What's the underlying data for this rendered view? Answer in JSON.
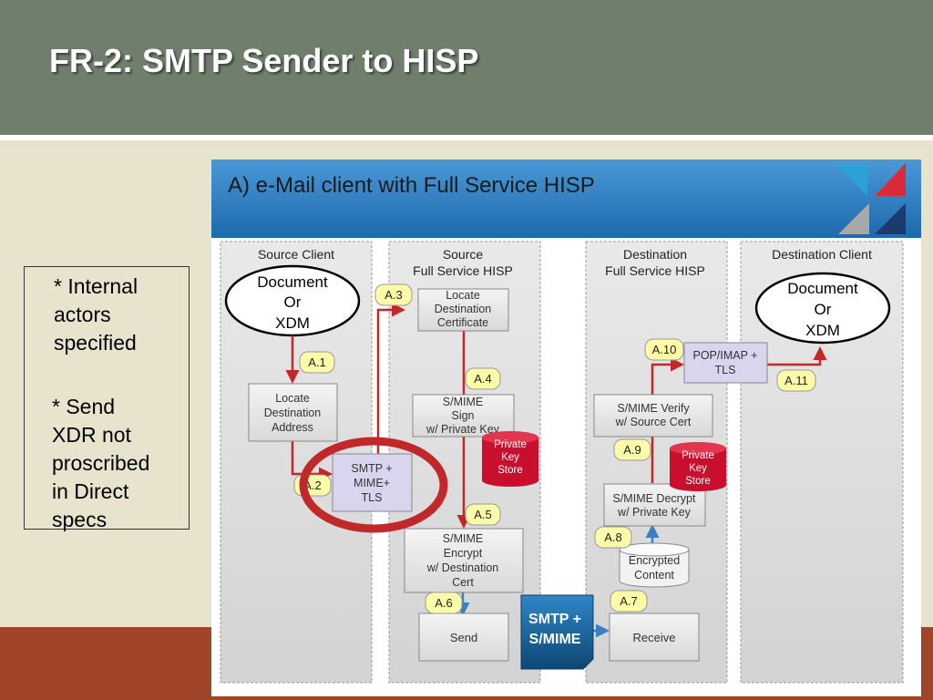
{
  "slide": {
    "title": "FR-2: SMTP Sender to HISP",
    "notes": [
      [
        "* Internal",
        "actors",
        "specified"
      ],
      [
        "* Send",
        "XDR not",
        "proscribed",
        "in Direct",
        "specs"
      ]
    ]
  },
  "diagram": {
    "heading": "A)  e-Mail client with Full Service HISP",
    "lanes": [
      [
        "Source Client"
      ],
      [
        "Source",
        "Full Service HISP"
      ],
      [
        "Destination",
        "Full Service HISP"
      ],
      [
        "Destination Client"
      ]
    ],
    "doc_source": [
      "Document",
      "Or",
      "XDM"
    ],
    "doc_dest": [
      "Document",
      "Or",
      "XDM"
    ],
    "boxes": {
      "locate_address": [
        "Locate",
        "Destination",
        "Address"
      ],
      "smtp_mime_tls": [
        "SMTP +",
        "MIME+",
        "TLS"
      ],
      "locate_cert": [
        "Locate",
        "Destination",
        "Certificate"
      ],
      "smime_sign": [
        "S/MIME",
        "Sign",
        "w/ Private Key"
      ],
      "smime_encrypt": [
        "S/MIME",
        "Encrypt",
        "w/ Destination",
        "Cert"
      ],
      "send": [
        "Send"
      ],
      "receive": [
        "Receive"
      ],
      "smime_decrypt": [
        "S/MIME Decrypt",
        "w/ Private Key"
      ],
      "smime_verify": [
        "S/MIME Verify",
        "w/ Source Cert"
      ],
      "pop_imap": [
        "POP/IMAP +",
        "TLS"
      ]
    },
    "stores": {
      "private_key_source": [
        "Private",
        "Key",
        "Store"
      ],
      "private_key_dest": [
        "Private",
        "Key",
        "Store"
      ],
      "encrypted_content": [
        "Encrypted",
        "Content"
      ]
    },
    "transport": [
      "SMTP +",
      "S/MIME"
    ],
    "steps": [
      "A.1",
      "A.2",
      "A.3",
      "A.4",
      "A.5",
      "A.6",
      "A.7",
      "A.8",
      "A.9",
      "A.10",
      "A.11"
    ],
    "colors": {
      "banner": "#1e76b8",
      "step_badge": "#fdfaa8",
      "arrow": "#c0282a",
      "arrow_blue": "#3a7fc4",
      "store": "#c8102e",
      "highlight_ring": "#c0282a",
      "smtp_box": "#d9d5ef"
    }
  }
}
